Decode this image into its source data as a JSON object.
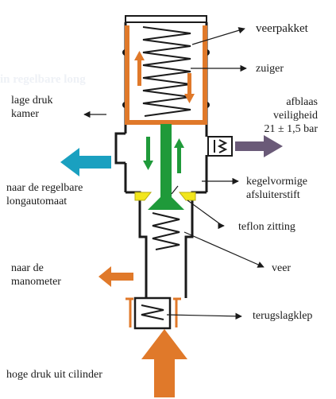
{
  "watermark": "in regelbare long",
  "labels": {
    "veerpakket": "veerpakket",
    "zuiger": "zuiger",
    "lage_druk_line1": "lage druk",
    "lage_druk_line2": "kamer",
    "afblaas_line1": "afblaas",
    "afblaas_line2": "veiligheid",
    "afblaas_line3": "21 ± 1,5 bar",
    "regelbare_line1": "naar de regelbare",
    "regelbare_line2": "longautomaat",
    "kegel_line1": "kegelvormige",
    "kegel_line2": "afsluiterstift",
    "teflon": "teflon zitting",
    "manometer_line1": "naar de",
    "manometer_line2": "manometer",
    "veer": "veer",
    "terugslagklep": "terugslagklep",
    "hoge_druk": "hoge druk uit cilinder"
  },
  "colors": {
    "body_line": "#1a1a1a",
    "piston": "#e0792a",
    "stem": "#1f9a3a",
    "arrow_blue": "#1aa0c0",
    "arrow_orange": "#e0792a",
    "arrow_purple": "#6a5a78",
    "seat_yellow": "#f2e61c"
  }
}
